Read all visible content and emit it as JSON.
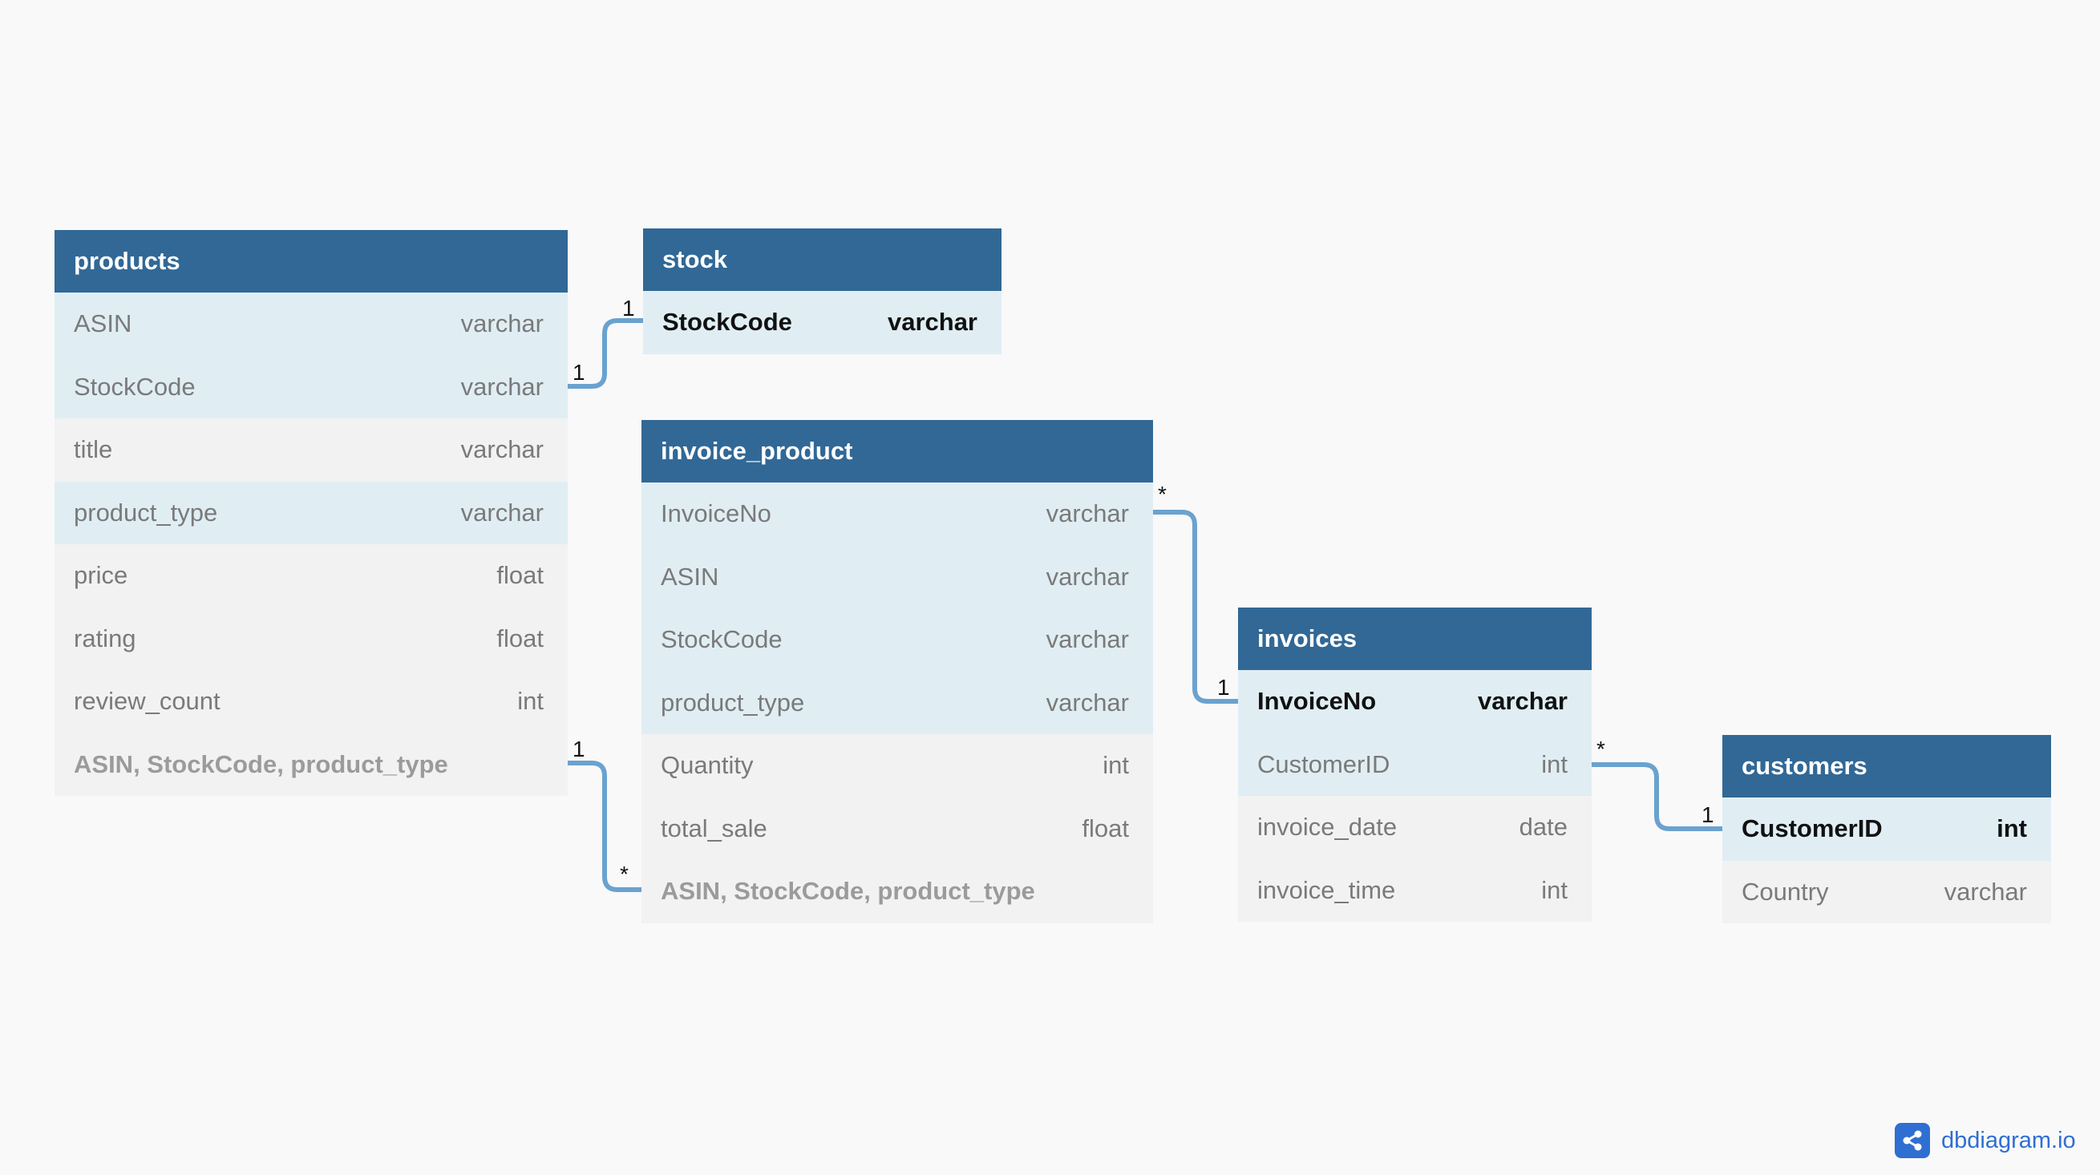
{
  "tables": {
    "products": {
      "name": "products",
      "rows": [
        {
          "field": "ASIN",
          "type": "varchar"
        },
        {
          "field": "StockCode",
          "type": "varchar"
        },
        {
          "field": "title",
          "type": "varchar"
        },
        {
          "field": "product_type",
          "type": "varchar"
        },
        {
          "field": "price",
          "type": "float"
        },
        {
          "field": "rating",
          "type": "float"
        },
        {
          "field": "review_count",
          "type": "int"
        },
        {
          "field": "ASIN, StockCode, product_type",
          "type": ""
        }
      ]
    },
    "stock": {
      "name": "stock",
      "rows": [
        {
          "field": "StockCode",
          "type": "varchar"
        }
      ]
    },
    "invoice_product": {
      "name": "invoice_product",
      "rows": [
        {
          "field": "InvoiceNo",
          "type": "varchar"
        },
        {
          "field": "ASIN",
          "type": "varchar"
        },
        {
          "field": "StockCode",
          "type": "varchar"
        },
        {
          "field": "product_type",
          "type": "varchar"
        },
        {
          "field": "Quantity",
          "type": "int"
        },
        {
          "field": "total_sale",
          "type": "float"
        },
        {
          "field": "ASIN, StockCode, product_type",
          "type": ""
        }
      ]
    },
    "invoices": {
      "name": "invoices",
      "rows": [
        {
          "field": "InvoiceNo",
          "type": "varchar"
        },
        {
          "field": "CustomerID",
          "type": "int"
        },
        {
          "field": "invoice_date",
          "type": "date"
        },
        {
          "field": "invoice_time",
          "type": "int"
        }
      ]
    },
    "customers": {
      "name": "customers",
      "rows": [
        {
          "field": "CustomerID",
          "type": "int"
        },
        {
          "field": "Country",
          "type": "varchar"
        }
      ]
    }
  },
  "relationships": [
    {
      "from": "products.StockCode",
      "to": "stock.StockCode",
      "from_card": "1",
      "to_card": "1"
    },
    {
      "from": "products.ASIN, StockCode, product_type",
      "to": "invoice_product.ASIN, StockCode, product_type",
      "from_card": "1",
      "to_card": "*"
    },
    {
      "from": "invoice_product.InvoiceNo",
      "to": "invoices.InvoiceNo",
      "from_card": "*",
      "to_card": "1"
    },
    {
      "from": "invoices.CustomerID",
      "to": "customers.CustomerID",
      "from_card": "*",
      "to_card": "1"
    }
  ],
  "colors": {
    "header": "#316896",
    "ref_row": "#e0eef4",
    "plain_row": "#f2f2f2",
    "line": "#6aa2cf",
    "brand": "#2f6fd1"
  },
  "brand": {
    "text": "dbdiagram.io",
    "icon": "share-icon"
  }
}
